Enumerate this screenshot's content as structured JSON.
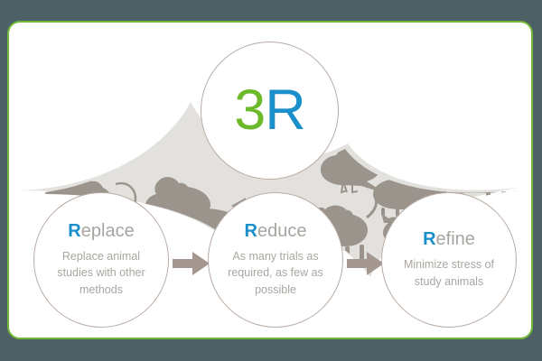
{
  "theme": {
    "page_background": "#4d6066",
    "card_background": "#ffffff",
    "card_border": "#73b737",
    "accent_green": "#6cb92a",
    "accent_blue": "#1b8fc9",
    "heading_gray": "#a8a5a0",
    "body_gray": "#aaa6a0",
    "circle_border": "#b9aca4",
    "backdrop_gray": "#e3e1dd",
    "silhouette_gray": "#9a948c",
    "arrow_gray": "#a3978f"
  },
  "logo": {
    "name": "3R",
    "numeral": "3",
    "letter": "R"
  },
  "principles": [
    {
      "id": "replace",
      "title": "Replace",
      "title_initial": "R",
      "title_rest": "eplace",
      "body": "Replace animal studies with other methods"
    },
    {
      "id": "reduce",
      "title": "Reduce",
      "title_initial": "R",
      "title_rest": "educe",
      "body": "As many trials as required, as few as possible"
    },
    {
      "id": "refine",
      "title": "Refine",
      "title_initial": "R",
      "title_rest": "efine",
      "body": "Minimize stress of study animals"
    }
  ],
  "connectors": [
    {
      "id": "arrow-replace-to-reduce",
      "icon": "arrow-right-icon"
    },
    {
      "id": "arrow-reduce-to-refine",
      "icon": "arrow-right-icon"
    }
  ],
  "silhouettes": [
    {
      "id": "rat",
      "icon": "rat-silhouette"
    },
    {
      "id": "guinea-pig",
      "icon": "guinea-pig-silhouette"
    },
    {
      "id": "fish",
      "icon": "fish-silhouette"
    },
    {
      "id": "bird",
      "icon": "bird-silhouette"
    },
    {
      "id": "pig",
      "icon": "pig-silhouette"
    },
    {
      "id": "cow",
      "icon": "cow-silhouette"
    },
    {
      "id": "dog",
      "icon": "dog-silhouette"
    },
    {
      "id": "cat",
      "icon": "cat-silhouette"
    }
  ]
}
